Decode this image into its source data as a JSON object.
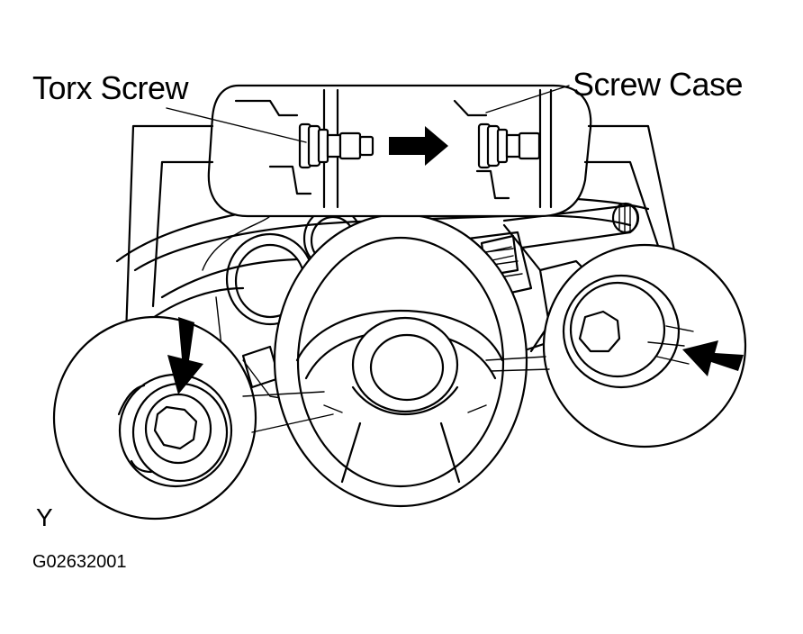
{
  "labels": {
    "torx_screw": "Torx Screw",
    "screw_case": "Screw Case",
    "view_marker": "Y",
    "figure_code": "G02632001"
  }
}
